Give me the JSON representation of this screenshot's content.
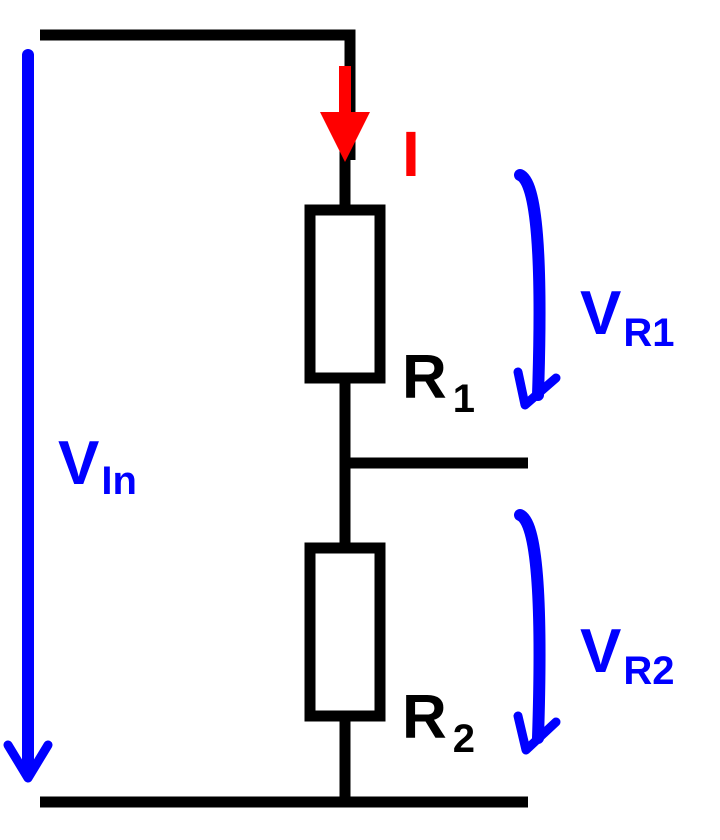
{
  "colors": {
    "wire": "#000000",
    "voltage": "#0000ff",
    "current": "#ff0000",
    "background": "#ffffff"
  },
  "labels": {
    "current": "I",
    "v_in": {
      "main": "V",
      "sub": "In"
    },
    "v_r1": {
      "main": "V",
      "sub": "R1"
    },
    "v_r2": {
      "main": "V",
      "sub": "R2"
    },
    "r1": {
      "main": "R",
      "sub": "1"
    },
    "r2": {
      "main": "R",
      "sub": "2"
    }
  }
}
